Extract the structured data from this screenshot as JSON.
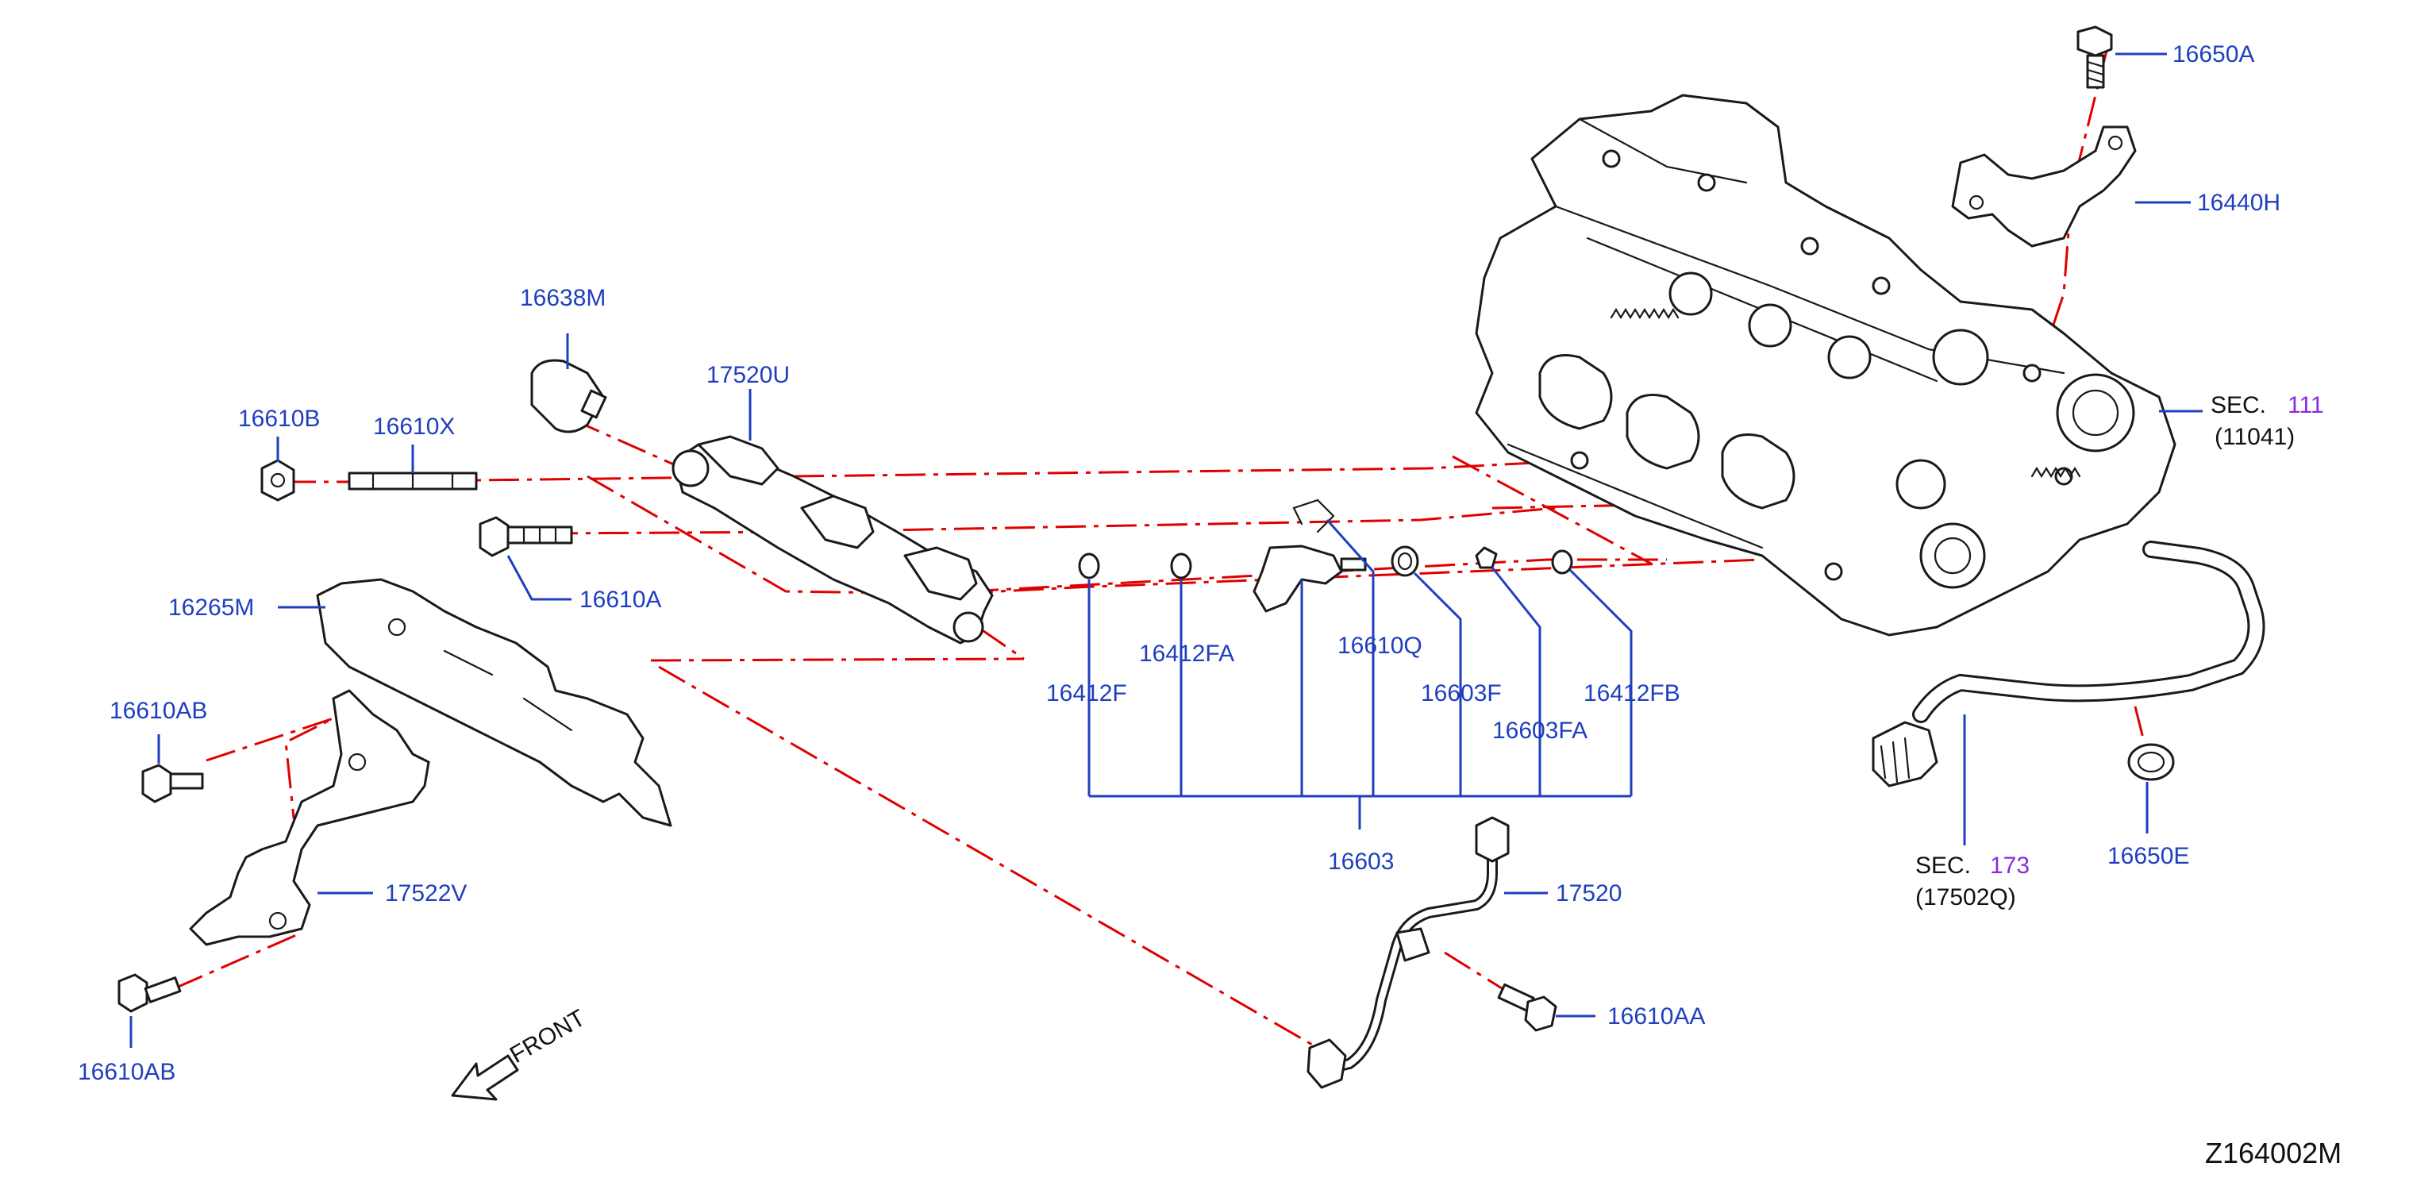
{
  "diagram": {
    "reference_code": "Z164002M",
    "front_indicator": "FRONT",
    "parts": [
      {
        "id": "16650A",
        "label": "16650A"
      },
      {
        "id": "16440H",
        "label": "16440H"
      },
      {
        "id": "16638M",
        "label": "16638M"
      },
      {
        "id": "17520U",
        "label": "17520U"
      },
      {
        "id": "16610B",
        "label": "16610B"
      },
      {
        "id": "16610X",
        "label": "16610X"
      },
      {
        "id": "16610A",
        "label": "16610A"
      },
      {
        "id": "16265M",
        "label": "16265M"
      },
      {
        "id": "16610AB_top",
        "label": "16610AB"
      },
      {
        "id": "17522V",
        "label": "17522V"
      },
      {
        "id": "16610AB_bottom",
        "label": "16610AB"
      },
      {
        "id": "16412F",
        "label": "16412F"
      },
      {
        "id": "16412FA",
        "label": "16412FA"
      },
      {
        "id": "16610Q",
        "label": "16610Q"
      },
      {
        "id": "16603F",
        "label": "16603F"
      },
      {
        "id": "16603FA",
        "label": "16603FA"
      },
      {
        "id": "16412FB",
        "label": "16412FB"
      },
      {
        "id": "16603",
        "label": "16603"
      },
      {
        "id": "17520",
        "label": "17520"
      },
      {
        "id": "16610AA",
        "label": "16610AA"
      },
      {
        "id": "16650E",
        "label": "16650E"
      }
    ],
    "section_refs": [
      {
        "prefix": "SEC.",
        "number": "111",
        "sub": "(11041)"
      },
      {
        "prefix": "SEC.",
        "number": "173",
        "sub": "(17502Q)"
      }
    ]
  }
}
